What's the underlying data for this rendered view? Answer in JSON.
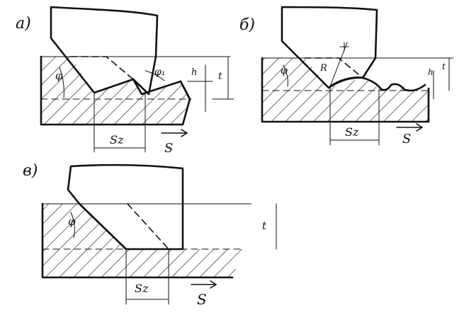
{
  "panels": {
    "a": {
      "letter": "a)",
      "phi_label": "φ",
      "phi1_label": "φ₁",
      "h_label": "h",
      "t_label": "t",
      "sz_label": "Sz",
      "s_label": "S"
    },
    "b": {
      "letter": "б)",
      "phi_label": "φ",
      "r_label": "R",
      "h_label": "h",
      "t_label": "t",
      "sz_label": "Sz",
      "s_label": "S"
    },
    "v": {
      "letter": "в)",
      "phi_label": "φ",
      "t_label": "t",
      "sz_label": "Sz",
      "s_label": "S"
    }
  },
  "colors": {
    "ink": "#111111",
    "paper": "#ffffff"
  }
}
